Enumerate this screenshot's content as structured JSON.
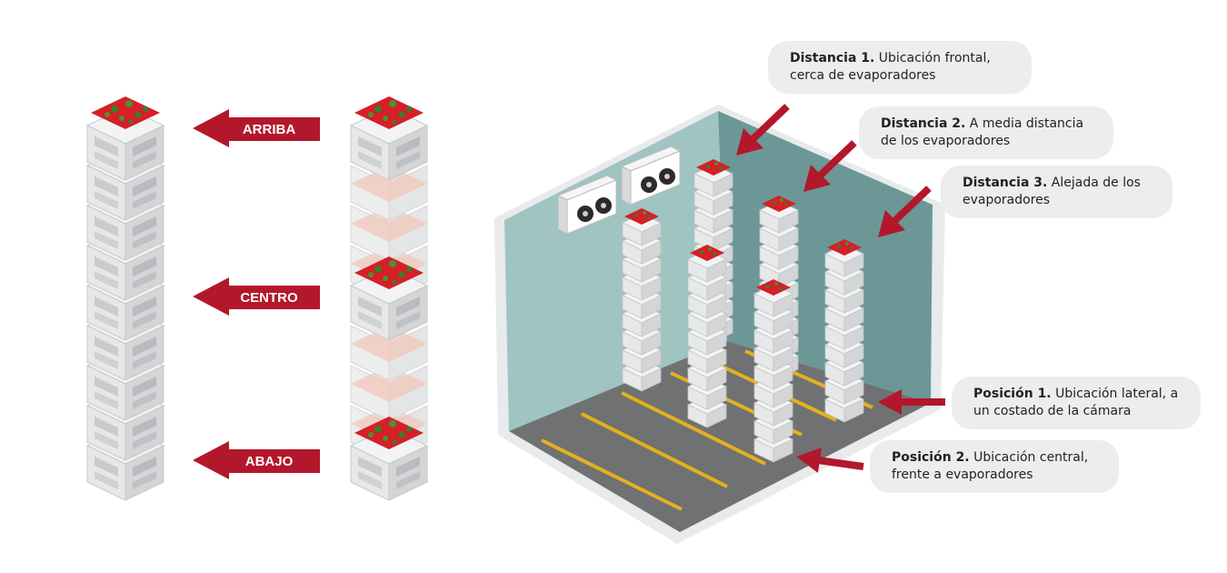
{
  "colors": {
    "accent": "#b3172b",
    "wall": "#9fc4c1",
    "wall_side": "#6b9896",
    "floor": "#6f7072",
    "line": "#e3b11d",
    "crate": "#e3e4e5",
    "produce": "#d61f26",
    "callout_bg": "#ededed"
  },
  "stack_levels": {
    "top": "ARRIBA",
    "middle": "CENTRO",
    "bottom": "ABAJO"
  },
  "callouts": [
    {
      "id": "d1",
      "bold": "Distancia 1.",
      "text": " Ubicación frontal, cerca de evaporadores"
    },
    {
      "id": "d2",
      "bold": "Distancia 2.",
      "text": " A media distancia de los evaporadores"
    },
    {
      "id": "d3",
      "bold": "Distancia 3.",
      "text": " Alejada de los evaporadores"
    },
    {
      "id": "p1",
      "bold": "Posición 1.",
      "text": " Ubicación lateral, a un costado de la cámara"
    },
    {
      "id": "p2",
      "bold": "Posición 2.",
      "text": " Ubicación central, frente a evaporadores"
    }
  ]
}
